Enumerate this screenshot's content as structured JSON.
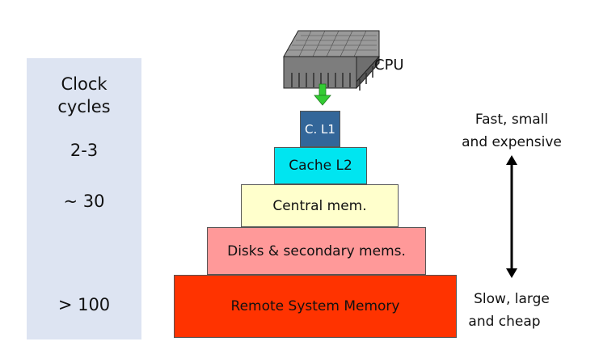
{
  "left_panel": {
    "heading_line1": "Clock",
    "heading_line2": "cycles",
    "values": [
      "2-3",
      "~ 30",
      "> 100"
    ]
  },
  "cpu": {
    "label": "CPU",
    "icon": "chip-icon"
  },
  "pyramid": {
    "tiers": [
      {
        "label": "C. L1",
        "color": "#336699",
        "text_color": "#ffffff"
      },
      {
        "label": "Cache L2",
        "color": "#00e5f0",
        "text_color": "#111111"
      },
      {
        "label": "Central mem.",
        "color": "#ffffcc",
        "text_color": "#111111"
      },
      {
        "label": "Disks & secondary mems.",
        "color": "#ff9999",
        "text_color": "#111111"
      },
      {
        "label": "Remote System Memory",
        "color": "#ff3300",
        "text_color": "#111111"
      }
    ]
  },
  "right_notes": {
    "top_line1": "Fast, small",
    "top_line2": "and expensive",
    "bottom_line1": "Slow, large",
    "bottom_line2": "and cheap"
  },
  "colors": {
    "panel_bg": "#dde4f2",
    "arrow_green": "#33cc33",
    "arrow_black": "#000000"
  }
}
